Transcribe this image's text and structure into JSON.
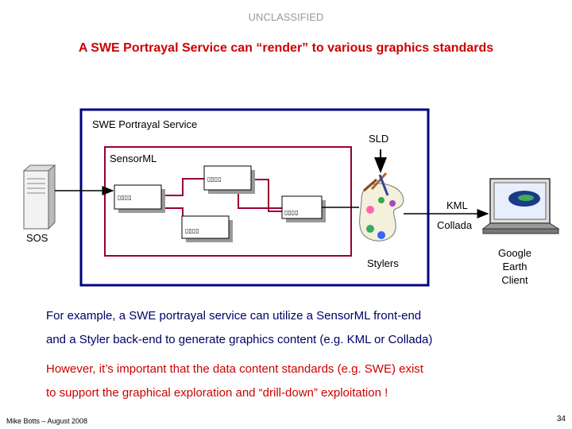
{
  "header": {
    "classification": "UNCLASSIFIED",
    "title": "A SWE Portrayal Service can “render” to various graphics standards"
  },
  "diagram": {
    "service_label": "SWE Portrayal Service",
    "sensorml_label": "SensorML",
    "sld_label": "SLD",
    "sos_label": "SOS",
    "kml_label": "KML",
    "collada_label": "Collada",
    "stylers_label": "Stylers",
    "client_label_1": "Google",
    "client_label_2": "Earth",
    "client_label_3": "Client",
    "process_labels": [
      "▯▯▯▯",
      "▯▯▯▯",
      "▯▯▯▯",
      "▯▯▯▯"
    ],
    "colors": {
      "service_border": "#000080",
      "sensorml_border": "#990033",
      "connector": "#990033",
      "arrow": "#000000"
    },
    "icons": [
      "server-icon",
      "palette-icon",
      "laptop-icon"
    ]
  },
  "body": {
    "para1_line1": "For example, a SWE portrayal service can utilize a SensorML front-end",
    "para1_line2": "and a Styler back-end to generate graphics content (e.g. KML or Collada)",
    "para2_line1": "However, it’s important that the data content standards (e.g. SWE) exist",
    "para2_line2": "to support the graphical exploration and “drill-down” exploitation !"
  },
  "footer": {
    "author": "Mike Botts – August 2008",
    "page": "34"
  }
}
